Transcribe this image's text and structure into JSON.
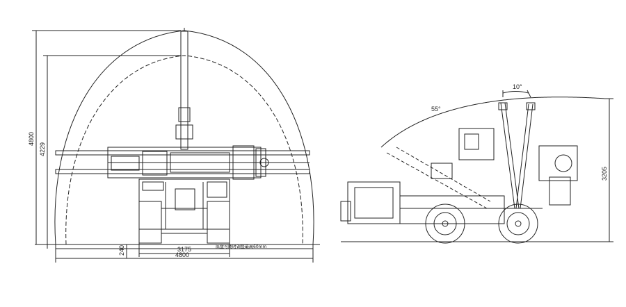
{
  "labels": {
    "front_total_height": "4800",
    "front_arc_height": "4229",
    "front_inner_width": "3175",
    "front_total_width": "4800",
    "front_ground_offset": "240",
    "front_note": "底盘可随时调整最高60mm",
    "side_angle_small": "10°",
    "side_angle_large": "55°",
    "side_height": "3205"
  },
  "colors": {
    "line": "#222222",
    "background": "#ffffff"
  }
}
